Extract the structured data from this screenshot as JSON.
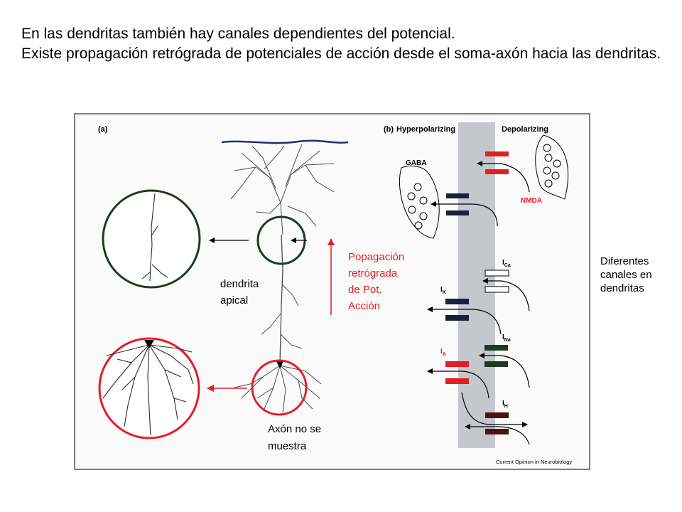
{
  "heading": {
    "line1": "En las dendritas también hay canales dependientes del potencial.",
    "line2": "Existe propagación retrógrada de potenciales de acción desde el soma-axón hacia las dendritas."
  },
  "panel_a": {
    "label": "(a)",
    "dendrite_label": [
      "dendrita",
      "apical"
    ],
    "axon_label": [
      "Axón no se",
      "muestra"
    ],
    "propagation_label": [
      "Popagación",
      "retrógrada",
      "de Pot.",
      "Acción"
    ]
  },
  "panel_b": {
    "label": "(b)",
    "left_header": "Hyperpolarizing",
    "right_header": "Depolarizing",
    "gaba": "GABA",
    "nmda": "NMDA",
    "ica": "I",
    "ica_sub": "Ca",
    "ik": "I",
    "ik_sub": "K",
    "ina": "I",
    "ina_sub": "Na",
    "ia": "I",
    "ia_sub": "A",
    "ih": "I",
    "ih_sub": "H",
    "credit": "Current Opinion in Neurobiology"
  },
  "side_note": [
    "Diferentes",
    "canales en",
    "dendritas"
  ],
  "colors": {
    "red": "#e31e24",
    "navy": "#1c1f3b",
    "darkgreen": "#1d3a22",
    "maroon": "#4a1219",
    "membrane": "#c4c7cc"
  }
}
